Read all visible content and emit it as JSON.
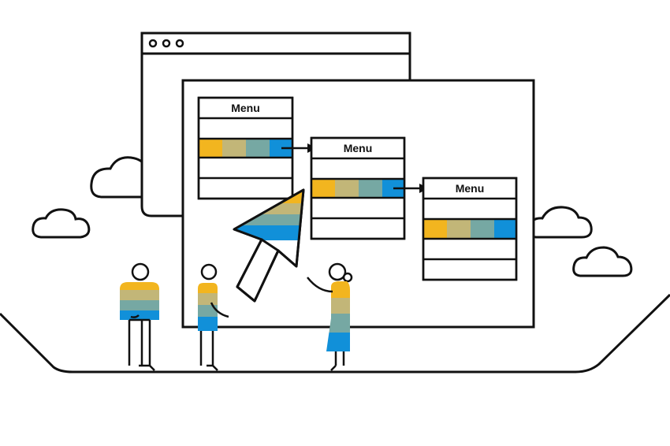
{
  "menus": [
    {
      "title": "Menu",
      "highlight_row": 2
    },
    {
      "title": "Menu",
      "highlight_row": 2
    },
    {
      "title": "Menu",
      "highlight_row": 2
    }
  ],
  "colors": {
    "stroke": "#111111",
    "yellow": "#f2b51f",
    "khaki": "#c2b678",
    "teal": "#76a8a3",
    "blue": "#1190d9",
    "background": "#ffffff"
  },
  "icons": [
    "window-dots-icon",
    "cloud-icon",
    "cursor-arrow-icon",
    "arrow-right-icon"
  ]
}
